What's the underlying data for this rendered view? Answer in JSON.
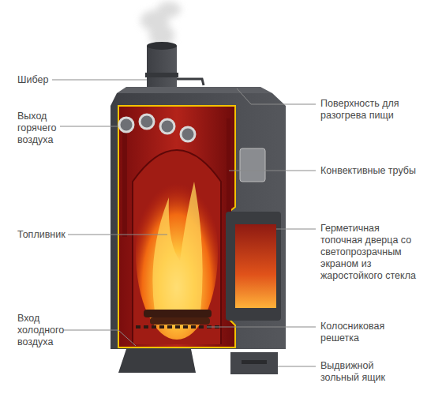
{
  "diagram": {
    "labels": [
      "Шибер",
      "Выход горячего воздуха",
      "Топливник",
      "Вход холодного воздуха",
      "Поверхность для разогрева пищи",
      "Конвективные трубы",
      "Герметичная топочная дверца со светопрозрачным экраном из жаростойкого стекла",
      "Колосниковая решетка",
      "Выдвижной зольный ящик"
    ]
  }
}
